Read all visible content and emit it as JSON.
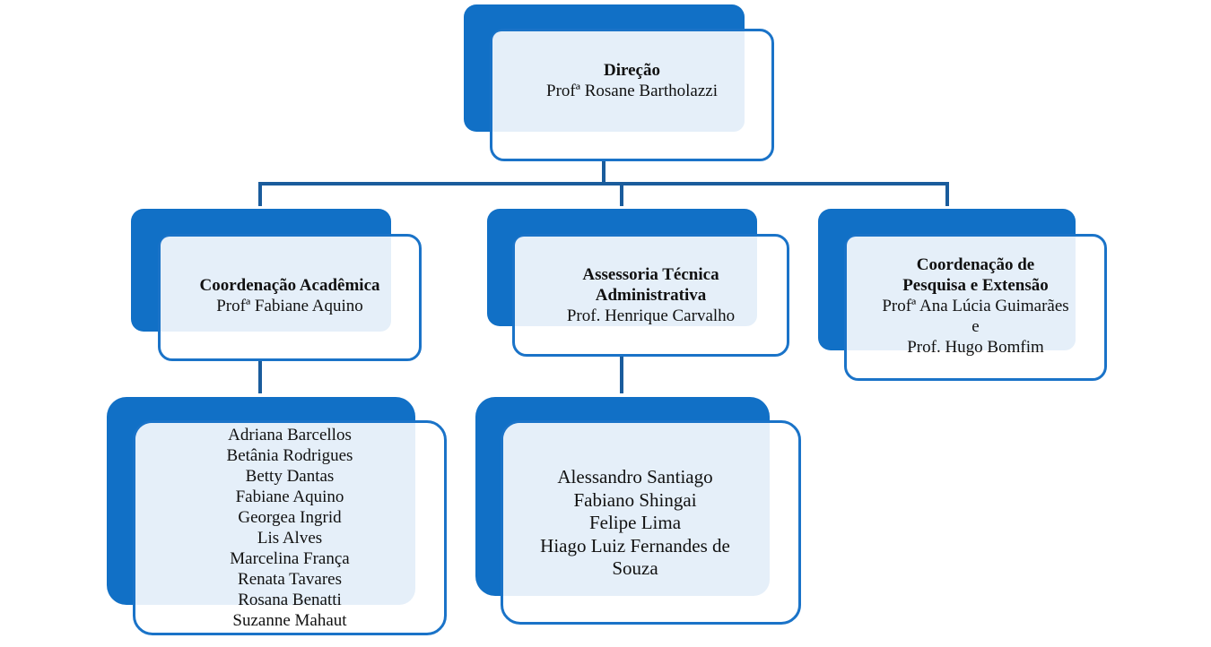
{
  "direcao": {
    "title": "Direção",
    "name": "Profª Rosane Bartholazzi"
  },
  "academica": {
    "title": "Coordenação Acadêmica",
    "name": "Profª Fabiane Aquino",
    "members": [
      "Adriana Barcellos",
      "Betânia Rodrigues",
      "Betty Dantas",
      "Fabiane Aquino",
      "Georgea Ingrid",
      "Lis Alves",
      "Marcelina França",
      "Renata Tavares",
      "Rosana Benatti",
      "Suzanne Mahaut"
    ]
  },
  "assessoria": {
    "title_1": "Assessoria Técnica",
    "title_2": "Administrativa",
    "name": "Prof. Henrique Carvalho",
    "members": [
      "Alessandro Santiago",
      "Fabiano Shingai",
      "Felipe Lima",
      "Hiago Luiz Fernandes de",
      "Souza"
    ]
  },
  "pesquisa": {
    "title_1": "Coordenação de",
    "title_2": "Pesquisa e Extensão",
    "name_1": "Profª Ana Lúcia Guimarães",
    "conj": "e",
    "name_2": "Prof. Hugo Bomfim"
  },
  "colors": {
    "dark": "#1170c6",
    "border": "#1a73c8",
    "tint": "#e5eff9",
    "line": "#1a5c9c"
  }
}
